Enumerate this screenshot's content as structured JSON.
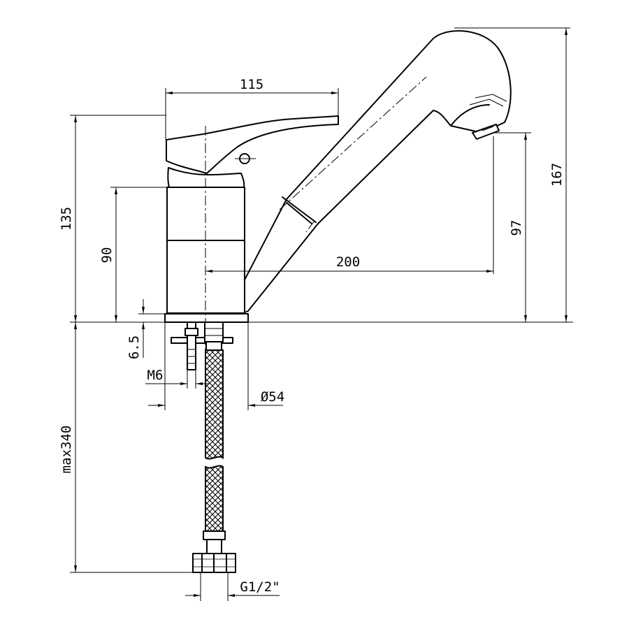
{
  "dimensions": {
    "handle_width": "115",
    "total_height": "167",
    "lever_height": "135",
    "body_height": "90",
    "spout_height": "97",
    "spout_reach": "200",
    "base_thickness": "6.5",
    "stud_thread": "M6",
    "base_diameter": "Ø54",
    "hose_length": "max340",
    "connector_thread": "G1/2\""
  }
}
